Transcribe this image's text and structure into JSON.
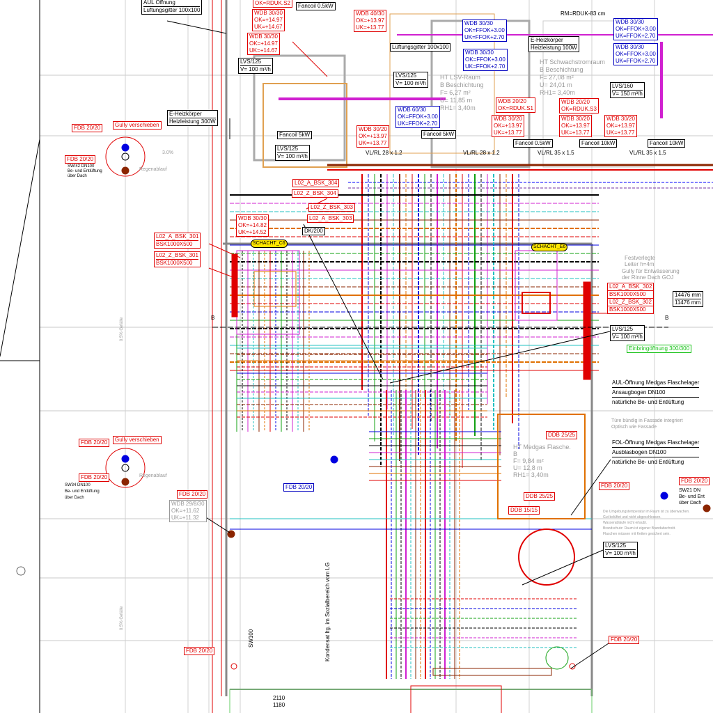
{
  "labels": {
    "aul_oeffnung": [
      "AUL Öffnung",
      "Luftungsgitter 100x100"
    ],
    "ok_rduk_s2": "OK=RDUK.S2",
    "fancoil_05_top": "Fancoil 0.5kW",
    "wdb_3030_a": [
      "WDB 30/30",
      "OK=+14.97",
      "UK=+14.67"
    ],
    "wdb_3030_b": [
      "WDB 30/30",
      "OK=+14.97",
      "UK=+14.67"
    ],
    "wdb_4030": [
      "WDB 40/30",
      "OK=+13.97",
      "UK=+13.77"
    ],
    "lvs125_a": [
      "LVS/125",
      "V= 100 m³/h"
    ],
    "e_heiz_300": [
      "E-Heizkörper",
      "Heizleistung 300W"
    ],
    "fdb_a": "FDB 20/20",
    "gully_a": "Gully verschieben",
    "fdb_b": "FDB 20/20",
    "sw42": [
      "SW/42 DN100",
      "Be- und Entlüftung",
      "über Dach"
    ],
    "fancoil_5_a": "Fancoil 5kW",
    "lvs125_b": [
      "LVS/125",
      "V= 100 m³/h"
    ],
    "wdb_3020_a": [
      "WDB 30/20",
      "OK=+13.97",
      "UK=+13.77"
    ],
    "lvs125_c": [
      "LVS/125",
      "V= 100 m³/h"
    ],
    "wdb_6030": [
      "WDB 60/30",
      "OK=FFOK+3.00",
      "UK=FFOK+2.70"
    ],
    "fancoil_5_b": "Fancoil 5kW",
    "wdb_ffok_a": [
      "WDB 30/30",
      "OK=FFOK+3.00",
      "UK=FFOK+2.70"
    ],
    "wdb_ffok_b": [
      "WDB 30/30",
      "OK=FFOK+3.00",
      "UK=FFOK+2.70"
    ],
    "lueftungsgitter": "Lüftungsgitter 100x100",
    "e_heiz_100": [
      "E-Heizkörper",
      "Heizleistung 100W"
    ],
    "rm_rduk": "RM=RDUK-83 cm",
    "wdb_ffok_c": [
      "WDB 30/30",
      "OK=FFOK+3.00",
      "UK=FFOK+2.70"
    ],
    "wdb_ffok_d": [
      "WDB 30/30",
      "OK=FFOK+3.00",
      "UK=FFOK+2.70"
    ],
    "room_schwachstrom": [
      "HT Schwachstromraum",
      "B   Beschichtung",
      "F= 27,08 m²",
      "U= 24,01 m",
      "RH1= 3,40m"
    ],
    "room_lsv": [
      "HT LSV-Raum",
      "B   Beschichtung",
      "F= 6,27 m²",
      "U= 11,85 m",
      "RH1= 3,40m"
    ],
    "lvs160": [
      "LVS/160",
      "V= 150 m³/h"
    ],
    "wdb_s1": [
      "WDB 20/20",
      "OK=RDUK.S1"
    ],
    "wdb_s3": [
      "WDB 20/20",
      "OK=RDUK.S3"
    ],
    "wdb_3020_b": [
      "WDB 30/20",
      "OK=+13.97",
      "UK=+13.77"
    ],
    "wdb_3020_c": [
      "WDB 30/20",
      "OK=+13.97",
      "UK=+13.77"
    ],
    "wdb_3020_d": [
      "WDB 30/20",
      "OK=+13.97",
      "UK=+13.77"
    ],
    "fancoil_05_b": "Fancoil 0.5kW",
    "fancoil_10_a": "Fancoil 10kW",
    "fancoil_10_b": "Fancoil 10kW",
    "pipe_a": "VL/RL  28 x 1.2",
    "pipe_b": "VL/RL  28 x 1.2",
    "pipe_c": "VL/RL  35 x 1.5",
    "pipe_d": "VL/RL  35 x 1.5",
    "bsk_304_a": "L02_A_BSK_304",
    "bsk_304_z": "L02_Z_BSK_304",
    "wdb_1482": [
      "WDB 30/30",
      "OK=+14.82",
      "UK=+14.52"
    ],
    "bsk_303_z": "L02_Z_BSK_303",
    "bsk_303_a": "L02_A_BSK_303",
    "dk200": "DK/200",
    "bsk_301_a": [
      "L02_A_BSK_301",
      "BSK1000X500"
    ],
    "bsk_301_z": [
      "L02_Z_BSK_301",
      "BSK1000X500"
    ],
    "schacht_c6": "SCHACHT_C6",
    "schacht_e6": "SCHACHT_E6",
    "festverlegte": [
      "Festverlegte",
      "Leiter h=4m"
    ],
    "gully_entw": [
      "Gully für Entwässerung",
      "der Rinne Dach GOJ"
    ],
    "bsk_302": [
      "L02_A_BSK_302",
      "BSK1000X500",
      "L02_Z_BSK_302",
      "BSK1000X500"
    ],
    "dims": [
      "14476 mm",
      "11476 mm"
    ],
    "lvs125_d": [
      "LVS/125",
      "V= 100 m³/h"
    ],
    "einbring": "Einbringöffnung 300/300",
    "aul_medgas": [
      "AUL-Öffnung Medgas Flaschelager",
      "Ansaugbogen DN100",
      "natürliche Be- und Entlüftung"
    ],
    "tuere": [
      "Türe bündig in Fassade integriert",
      "Optisch wie Fassade"
    ],
    "fol_medgas": [
      "FOL-Öffnung Medgas Flaschelager",
      "Ausblasbogen DN100",
      "natürliche Be- und Entlüftung"
    ],
    "ddb_a": "DDB 25/25",
    "ddb_b": "DDB 25/25",
    "ddb_c": "DDB 15/15",
    "room_medgas": [
      "HT Medgas Flasche.",
      "B",
      "F= 9,84 m²",
      "U= 12,8 m",
      "RH1= 3,40m"
    ],
    "fdb_c": "FDB 20/20",
    "fdb_d": "FDB 20/20",
    "sw_right": [
      "SW21 DN",
      "Be- und Ent",
      "über Dach"
    ],
    "fdb_e": "FDB 20/20",
    "gully_b": "Gully verschieben",
    "fdb_f": "FDB 20/20",
    "sw34": [
      "SW34 DN100",
      "Be- und Entlüftung",
      "über Dach"
    ],
    "fdb_blue": "FDB 20/20",
    "fdb_g": "FDB 20/20",
    "wdb_1162": [
      "WDB 29/8/30",
      "OK=+11.62",
      "UK=+11.32"
    ],
    "lvs125_e": [
      "LVS/125",
      "V= 100 m³/h"
    ],
    "fdb_h": "FDB 20/20",
    "fdb_i": "FDB 20/20",
    "dim_bottom": [
      "2110",
      "1180"
    ],
    "kondensat": "Kondensat ltg. im Sozialbereich vom LG",
    "sw100": "SW100",
    "regenablauf": "Regenablauf",
    "section_b": "B",
    "slope": "0.5% Gefälle",
    "pct": "3.0%",
    "notes_right": [
      "Die Umgebungstemperatur im Raum ist zu überwachen.",
      "Gut belüftet und nicht abgeschlossen.",
      "Wasserabläufe nicht erlaubt.",
      "Brandschutz: Raum ist eigener Brandabschnitt.",
      "Flaschen müssen mit Ketten gesichert sein."
    ]
  }
}
